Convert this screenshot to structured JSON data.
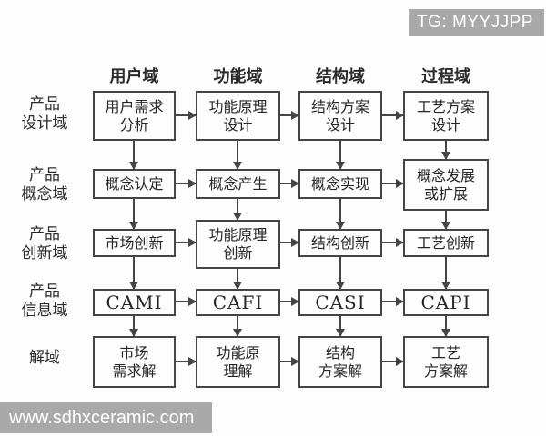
{
  "badge": {
    "label": "TG: MYYJJPP",
    "bg": "#a9a9a9",
    "fg": "#ffffff"
  },
  "watermark": {
    "label": "www.sdhxceramic.com",
    "bg": "#a9a9a9",
    "fg": "#ffffff"
  },
  "diagram": {
    "line_color": "#454545",
    "columns": [
      {
        "label": "用户域"
      },
      {
        "label": "功能域"
      },
      {
        "label": "结构域"
      },
      {
        "label": "过程域"
      }
    ],
    "rows": [
      {
        "label": "产品\n设计域",
        "boxes": [
          "用户需求\n分析",
          "功能原理\n设计",
          "结构方案\n设计",
          "工艺方案\n设计"
        ]
      },
      {
        "label": "产品\n概念域",
        "boxes": [
          "概念认定",
          "概念产生",
          "概念实现",
          "概念发展\n或扩展"
        ]
      },
      {
        "label": "产品\n创新域",
        "boxes": [
          "市场创新",
          "功能原理\n创新",
          "结构创新",
          "工艺创新"
        ]
      },
      {
        "label": "产品\n信息域",
        "boxes": [
          "CAMI",
          "CAFI",
          "CASI",
          "CAPI"
        ]
      },
      {
        "label": "解域",
        "boxes": [
          "市场\n需求解",
          "功能原\n理解",
          "结构\n方案解",
          "工艺\n方案解"
        ]
      }
    ]
  }
}
